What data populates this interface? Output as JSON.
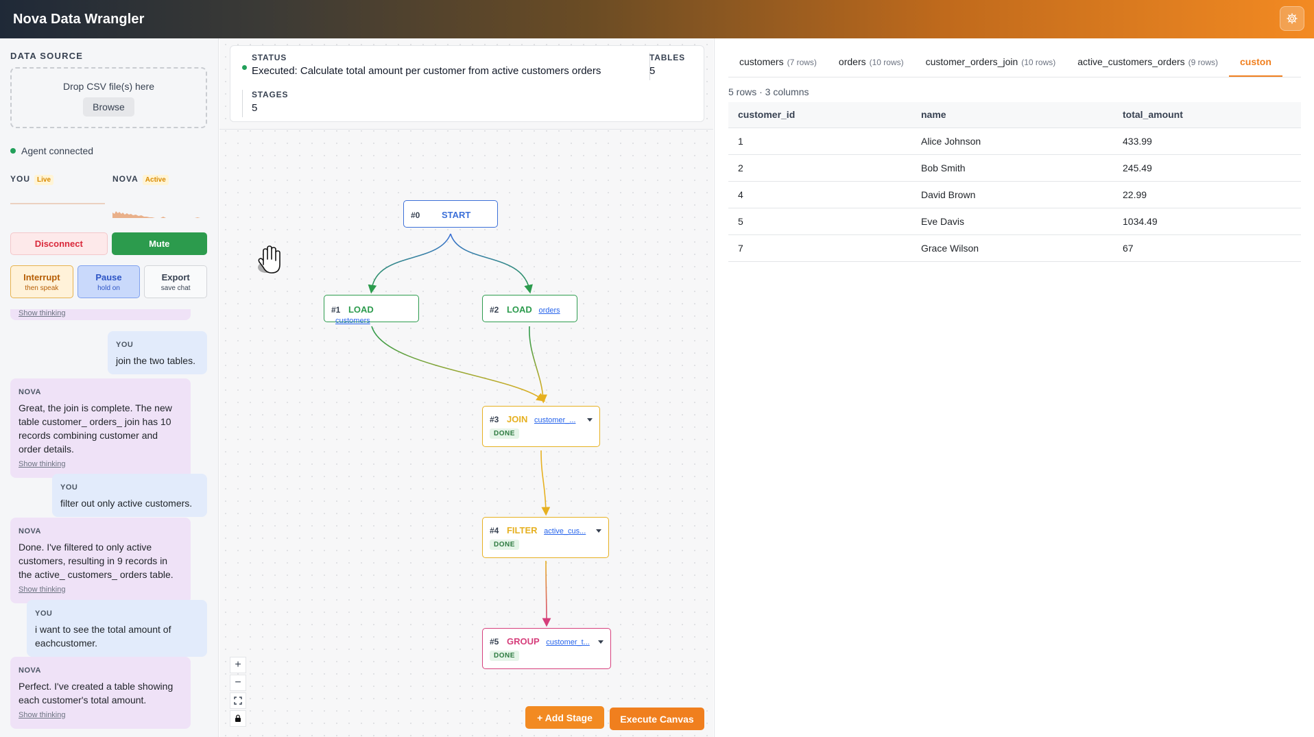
{
  "app": {
    "title": "Nova Data Wrangler"
  },
  "sidebar": {
    "data_source_title": "DATA SOURCE",
    "drop_text": "Drop CSV file(s) here",
    "browse_label": "Browse",
    "agent_status": "Agent connected",
    "you_label": "YOU",
    "you_badge": "Live",
    "nova_label": "NOVA",
    "nova_badge": "Active",
    "disconnect_label": "Disconnect",
    "mute_label": "Mute",
    "interrupt": {
      "label": "Interrupt",
      "sub": "then speak"
    },
    "pause": {
      "label": "Pause",
      "sub": "hold on"
    },
    "export": {
      "label": "Export",
      "sub": "save chat"
    }
  },
  "chat": {
    "show_thinking": "Show thinking",
    "messages": [
      {
        "from": "YOU",
        "text": "join the two tables."
      },
      {
        "from": "NOVA",
        "text": "Great, the join is complete. The new table customer_ orders_ join has 10 records combining customer and order details."
      },
      {
        "from": "YOU",
        "text": "filter out only active customers."
      },
      {
        "from": "NOVA",
        "text": "Done. I've filtered to only active customers, resulting in 9 records in the active_ customers_ orders table."
      },
      {
        "from": "YOU",
        "text": "i want to see the total amount of eachcustomer."
      },
      {
        "from": "NOVA",
        "text": "Perfect. I've created a table showing each customer's total amount."
      }
    ]
  },
  "status": {
    "status_label": "STATUS",
    "status_value": "Executed: Calculate total amount per customer from active customers orders",
    "tables_label": "TABLES",
    "tables_value": "5",
    "stages_label": "STAGES",
    "stages_value": "5"
  },
  "canvas": {
    "nodes": [
      {
        "num": "#0",
        "kind": "START"
      },
      {
        "num": "#1",
        "kind": "LOAD",
        "target": "customers"
      },
      {
        "num": "#2",
        "kind": "LOAD",
        "target": "orders"
      },
      {
        "num": "#3",
        "kind": "JOIN",
        "target": "customer_...",
        "state": "DONE"
      },
      {
        "num": "#4",
        "kind": "FILTER",
        "target": "active_cus...",
        "state": "DONE"
      },
      {
        "num": "#5",
        "kind": "GROUP",
        "target": "customer_t...",
        "state": "DONE"
      }
    ],
    "colors": {
      "start": "#3b6fd8",
      "load": "#2c9b4d",
      "join": "#e6b020",
      "filter": "#e6b020",
      "group": "#d63e7b"
    },
    "add_stage_label": "+ Add Stage",
    "execute_label": "Execute Canvas"
  },
  "results": {
    "tabs": [
      {
        "name": "customers",
        "rows": "(7 rows)"
      },
      {
        "name": "orders",
        "rows": "(10 rows)"
      },
      {
        "name": "customer_orders_join",
        "rows": "(10 rows)"
      },
      {
        "name": "active_customers_orders",
        "rows": "(9 rows)"
      },
      {
        "name": "custon",
        "rows": ""
      }
    ],
    "meta": "5 rows · 3 columns",
    "columns": [
      "customer_id",
      "name",
      "total_amount"
    ],
    "rows": [
      [
        "1",
        "Alice Johnson",
        "433.99"
      ],
      [
        "2",
        "Bob Smith",
        "245.49"
      ],
      [
        "4",
        "David Brown",
        "22.99"
      ],
      [
        "5",
        "Eve Davis",
        "1034.49"
      ],
      [
        "7",
        "Grace Wilson",
        "67"
      ]
    ]
  }
}
